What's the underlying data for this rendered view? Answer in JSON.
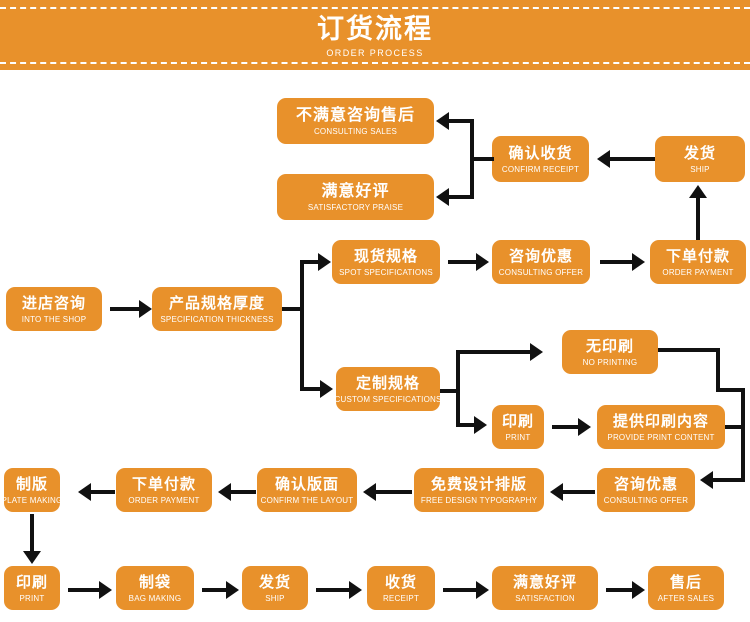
{
  "header": {
    "title": "订货流程",
    "subtitle": "ORDER PROCESS"
  },
  "colors": {
    "node_fill": "#E8912B",
    "node_text": "#FFFFFF",
    "connector": "#111111",
    "background": "#FFFFFF",
    "banner_fill": "#E8912B",
    "banner_dash": "#FFFFFF"
  },
  "nodes": [
    {
      "id": "consulting-sales",
      "cn": "不满意咨询售后",
      "en": "CONSULTING SALES"
    },
    {
      "id": "satisfactory-praise",
      "cn": "满意好评",
      "en": "SATISFACTORY PRAISE"
    },
    {
      "id": "confirm-receipt",
      "cn": "确认收货",
      "en": "CONFIRM RECEIPT"
    },
    {
      "id": "ship-top",
      "cn": "发货",
      "en": "SHIP"
    },
    {
      "id": "spot-specifications",
      "cn": "现货规格",
      "en": "SPOT SPECIFICATIONS"
    },
    {
      "id": "consulting-offer-top",
      "cn": "咨询优惠",
      "en": "CONSULTING OFFER"
    },
    {
      "id": "order-payment-top",
      "cn": "下单付款",
      "en": "ORDER PAYMENT"
    },
    {
      "id": "into-the-shop",
      "cn": "进店咨询",
      "en": "INTO THE SHOP"
    },
    {
      "id": "specification-thickness",
      "cn": "产品规格厚度",
      "en": "SPECIFICATION THICKNESS"
    },
    {
      "id": "no-printing",
      "cn": "无印刷",
      "en": "NO PRINTING"
    },
    {
      "id": "custom-specifications",
      "cn": "定制规格",
      "en": "CUSTOM SPECIFICATIONS"
    },
    {
      "id": "print-branch",
      "cn": "印刷",
      "en": "PRINT"
    },
    {
      "id": "provide-print-content",
      "cn": "提供印刷内容",
      "en": "PROVIDE PRINT CONTENT"
    },
    {
      "id": "plate-making",
      "cn": "制版",
      "en": "PLATE MAKING"
    },
    {
      "id": "order-payment-row",
      "cn": "下单付款",
      "en": "ORDER PAYMENT"
    },
    {
      "id": "confirm-the-layout",
      "cn": "确认版面",
      "en": "CONFIRM THE LAYOUT"
    },
    {
      "id": "free-design-typography",
      "cn": "免费设计排版",
      "en": "FREE DESIGN TYPOGRAPHY"
    },
    {
      "id": "consulting-offer-row",
      "cn": "咨询优惠",
      "en": "CONSULTING OFFER"
    },
    {
      "id": "print-bottom",
      "cn": "印刷",
      "en": "PRINT"
    },
    {
      "id": "bag-making",
      "cn": "制袋",
      "en": "BAG MAKING"
    },
    {
      "id": "ship-bottom",
      "cn": "发货",
      "en": "SHIP"
    },
    {
      "id": "receipt",
      "cn": "收货",
      "en": "RECEIPT"
    },
    {
      "id": "satisfaction",
      "cn": "满意好评",
      "en": "SATISFACTION"
    },
    {
      "id": "after-sales",
      "cn": "售后",
      "en": "AFTER SALES"
    }
  ],
  "chart_data": {
    "type": "diagram",
    "title": "订货流程 / ORDER PROCESS",
    "diagram_kind": "flowchart",
    "steps": [
      "进店咨询 (INTO THE SHOP)",
      "产品规格厚度 (SPECIFICATION THICKNESS)",
      "现货规格 (SPOT SPECIFICATIONS)",
      "定制规格 (CUSTOM SPECIFICATIONS)",
      "咨询优惠 (CONSULTING OFFER)",
      "下单付款 (ORDER PAYMENT)",
      "发货 (SHIP)",
      "确认收货 (CONFIRM RECEIPT)",
      "不满意咨询售后 (CONSULTING SALES)",
      "满意好评 (SATISFACTORY PRAISE)",
      "无印刷 (NO PRINTING)",
      "印刷 (PRINT)",
      "提供印刷内容 (PROVIDE PRINT CONTENT)",
      "免费设计排版 (FREE DESIGN TYPOGRAPHY)",
      "确认版面 (CONFIRM THE LAYOUT)",
      "制版 (PLATE MAKING)",
      "制袋 (BAG MAKING)",
      "收货 (RECEIPT)",
      "满意好评 (SATISFACTION)",
      "售后 (AFTER SALES)"
    ],
    "edges": [
      [
        "进店咨询",
        "产品规格厚度"
      ],
      [
        "产品规格厚度",
        "现货规格"
      ],
      [
        "产品规格厚度",
        "定制规格"
      ],
      [
        "现货规格",
        "咨询优惠"
      ],
      [
        "咨询优惠",
        "下单付款"
      ],
      [
        "下单付款",
        "发货"
      ],
      [
        "发货",
        "确认收货"
      ],
      [
        "确认收货",
        "不满意咨询售后"
      ],
      [
        "确认收货",
        "满意好评"
      ],
      [
        "定制规格",
        "无印刷"
      ],
      [
        "定制规格",
        "印刷"
      ],
      [
        "印刷",
        "提供印刷内容"
      ],
      [
        "无印刷",
        "咨询优惠(行)"
      ],
      [
        "提供印刷内容",
        "咨询优惠(行)"
      ],
      [
        "咨询优惠(行)",
        "免费设计排版"
      ],
      [
        "免费设计排版",
        "确认版面"
      ],
      [
        "确认版面",
        "下单付款(行)"
      ],
      [
        "下单付款(行)",
        "制版"
      ],
      [
        "制版",
        "印刷(底)"
      ],
      [
        "印刷(底)",
        "制袋"
      ],
      [
        "制袋",
        "发货(底)"
      ],
      [
        "发货(底)",
        "收货"
      ],
      [
        "收货",
        "满意好评(底)"
      ],
      [
        "满意好评(底)",
        "售后"
      ]
    ]
  }
}
